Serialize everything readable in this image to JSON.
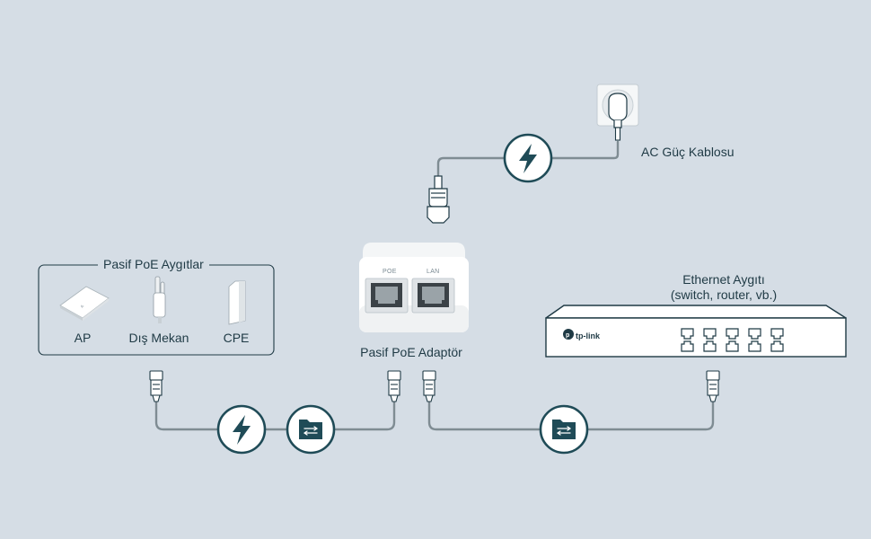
{
  "group": {
    "title": "Pasif PoE Aygıtlar",
    "devices": [
      {
        "label": "AP"
      },
      {
        "label": "Dış Mekan"
      },
      {
        "label": "CPE"
      }
    ]
  },
  "adapter": {
    "label": "Pasif PoE Adaptör",
    "port_poe": "POE",
    "port_lan": "LAN"
  },
  "power_cord": {
    "label": "AC Güç Kablosu"
  },
  "ethernet": {
    "label_line1": "Ethernet Aygıtı",
    "label_line2": "(switch, router, vb.)",
    "brand": "tp-link"
  },
  "colors": {
    "background": "#d5dde5",
    "accent": "#1f4b57",
    "cable": "#7f8c93"
  },
  "icons": [
    "power-icon",
    "data-folder-icon"
  ]
}
